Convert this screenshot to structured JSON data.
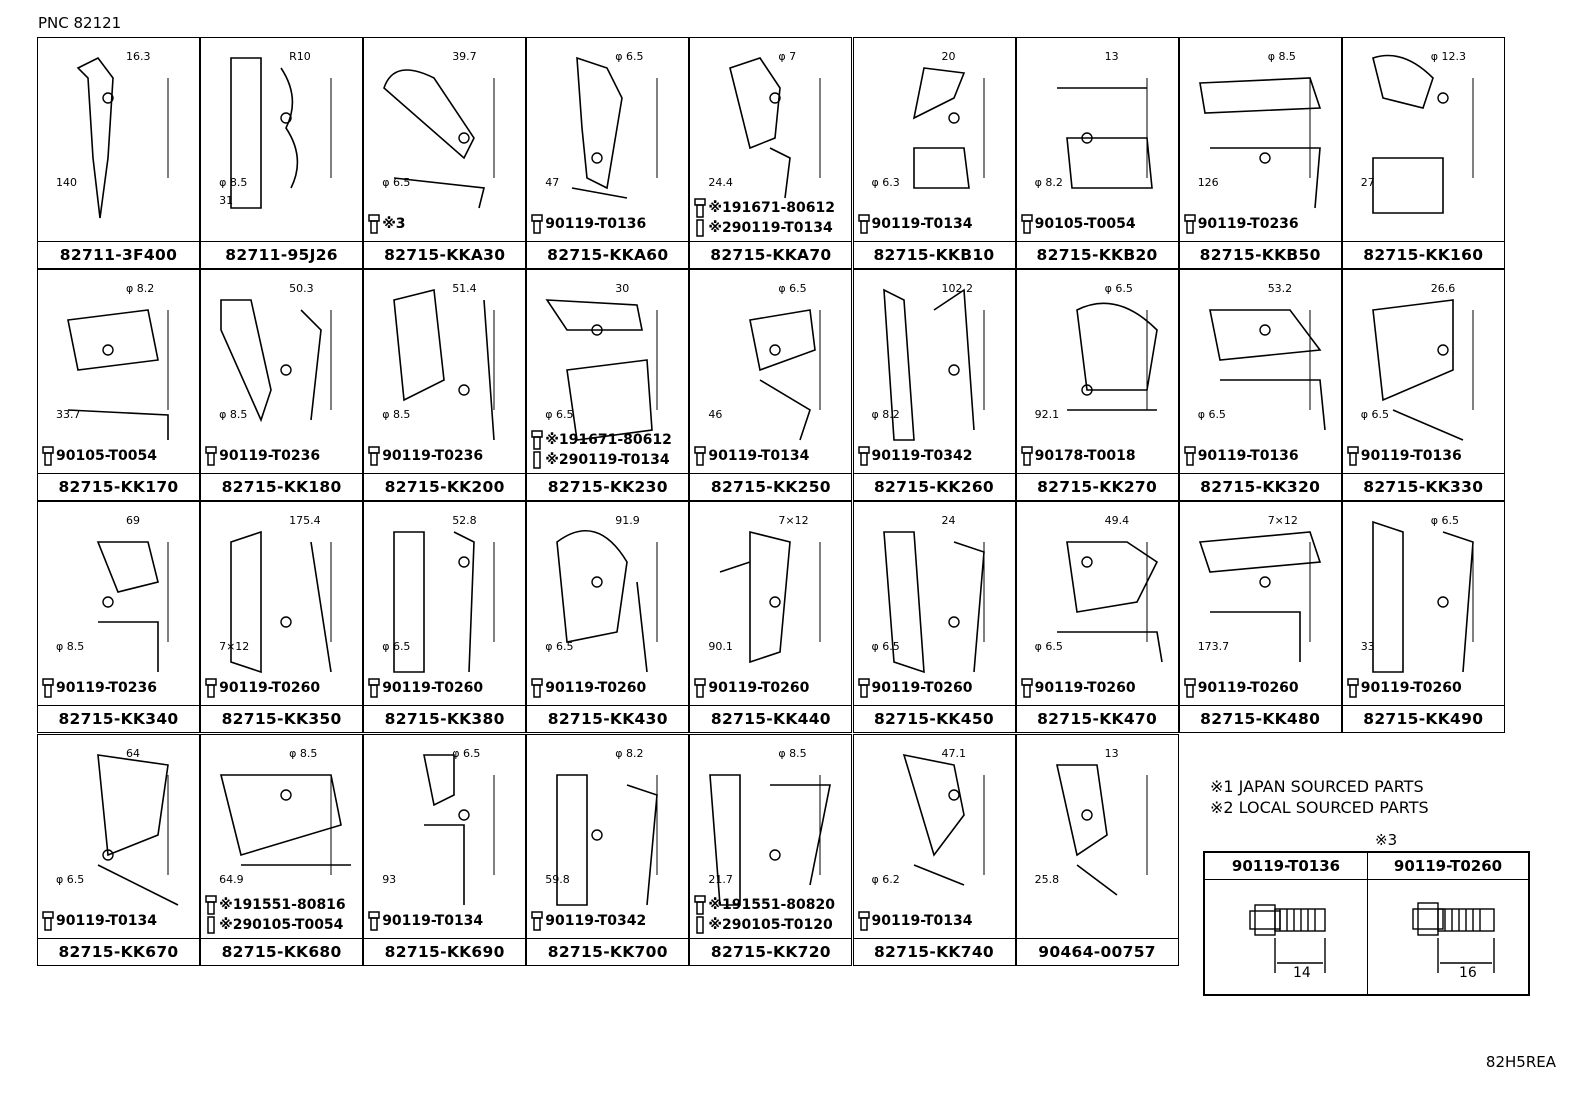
{
  "header": {
    "pnc": "PNC 82121"
  },
  "footer": {
    "illustration_code": "82H5REA"
  },
  "rows": [
    [
      {
        "part": "82711-3F400",
        "dims": [
          "16.3",
          "140"
        ],
        "bolt": ""
      },
      {
        "part": "82711-95J26",
        "dims": [
          "R10",
          "φ 8.5",
          "31"
        ],
        "bolt": ""
      },
      {
        "part": "82715-KKA30",
        "dims": [
          "39.7",
          "φ 6.5"
        ],
        "bolt": "※3"
      },
      {
        "part": "82715-KKA60",
        "dims": [
          "φ 6.5",
          "47"
        ],
        "bolt": "90119-T0136"
      },
      {
        "part": "82715-KKA70",
        "dims": [
          "φ 7",
          "24.4"
        ],
        "bolt": "※191671-80612",
        "bolt2": "※290119-T0134"
      },
      {
        "part": "82715-KKB10",
        "dims": [
          "20",
          "φ 6.3"
        ],
        "bolt": "90119-T0134"
      },
      {
        "part": "82715-KKB20",
        "dims": [
          "13",
          "φ 8.2"
        ],
        "bolt": "90105-T0054"
      },
      {
        "part": "82715-KKB50",
        "dims": [
          "φ 8.5",
          "126"
        ],
        "bolt": "90119-T0236"
      },
      {
        "part": "82715-KK160",
        "dims": [
          "φ 12.3",
          "27"
        ],
        "bolt": ""
      }
    ],
    [
      {
        "part": "82715-KK170",
        "dims": [
          "φ 8.2",
          "33.7"
        ],
        "bolt": "90105-T0054"
      },
      {
        "part": "82715-KK180",
        "dims": [
          "50.3",
          "φ 8.5"
        ],
        "bolt": "90119-T0236"
      },
      {
        "part": "82715-KK200",
        "dims": [
          "51.4",
          "φ 8.5"
        ],
        "bolt": "90119-T0236"
      },
      {
        "part": "82715-KK230",
        "dims": [
          "30",
          "φ 6.5"
        ],
        "bolt": "※191671-80612",
        "bolt2": "※290119-T0134"
      },
      {
        "part": "82715-KK250",
        "dims": [
          "φ 6.5",
          "46"
        ],
        "bolt": "90119-T0134"
      },
      {
        "part": "82715-KK260",
        "dims": [
          "102.2",
          "φ 8.2"
        ],
        "bolt": "90119-T0342"
      },
      {
        "part": "82715-KK270",
        "dims": [
          "φ 6.5",
          "92.1"
        ],
        "bolt": "90178-T0018"
      },
      {
        "part": "82715-KK320",
        "dims": [
          "53.2",
          "φ 6.5"
        ],
        "bolt": "90119-T0136"
      },
      {
        "part": "82715-KK330",
        "dims": [
          "26.6",
          "φ 6.5"
        ],
        "bolt": "90119-T0136"
      }
    ],
    [
      {
        "part": "82715-KK340",
        "dims": [
          "69",
          "φ 8.5"
        ],
        "bolt": "90119-T0236"
      },
      {
        "part": "82715-KK350",
        "dims": [
          "175.4",
          "7×12"
        ],
        "bolt": "90119-T0260"
      },
      {
        "part": "82715-KK380",
        "dims": [
          "52.8",
          "φ 6.5"
        ],
        "bolt": "90119-T0260"
      },
      {
        "part": "82715-KK430",
        "dims": [
          "91.9",
          "φ 6.5"
        ],
        "bolt": "90119-T0260"
      },
      {
        "part": "82715-KK440",
        "dims": [
          "7×12",
          "90.1"
        ],
        "bolt": "90119-T0260"
      },
      {
        "part": "82715-KK450",
        "dims": [
          "24",
          "φ 6.5"
        ],
        "bolt": "90119-T0260"
      },
      {
        "part": "82715-KK470",
        "dims": [
          "49.4",
          "φ 6.5"
        ],
        "bolt": "90119-T0260"
      },
      {
        "part": "82715-KK480",
        "dims": [
          "7×12",
          "173.7"
        ],
        "bolt": "90119-T0260"
      },
      {
        "part": "82715-KK490",
        "dims": [
          "φ 6.5",
          "33"
        ],
        "bolt": "90119-T0260"
      }
    ],
    [
      {
        "part": "82715-KK670",
        "dims": [
          "64",
          "φ 6.5"
        ],
        "bolt": "90119-T0134"
      },
      {
        "part": "82715-KK680",
        "dims": [
          "φ 8.5",
          "64.9"
        ],
        "bolt": "※191551-80816",
        "bolt2": "※290105-T0054"
      },
      {
        "part": "82715-KK690",
        "dims": [
          "φ 6.5",
          "93"
        ],
        "bolt": "90119-T0134"
      },
      {
        "part": "82715-KK700",
        "dims": [
          "φ 8.2",
          "59.8"
        ],
        "bolt": "90119-T0342"
      },
      {
        "part": "82715-KK720",
        "dims": [
          "φ 8.5",
          "21.7"
        ],
        "bolt": "※191551-80820",
        "bolt2": "※290105-T0120"
      },
      {
        "part": "82715-KK740",
        "dims": [
          "47.1",
          "φ 6.2"
        ],
        "bolt": "90119-T0134"
      },
      {
        "part": "90464-00757",
        "dims": [
          "13",
          "25.8"
        ],
        "bolt": ""
      }
    ]
  ],
  "notes": {
    "note1": "※1 JAPAN SOURCED PARTS",
    "note2": "※2 LOCAL SOURCED PARTS",
    "note3_title": "※3"
  },
  "bolt_table": {
    "left": {
      "part": "90119-T0136",
      "length": "14"
    },
    "right": {
      "part": "90119-T0260",
      "length": "16"
    }
  }
}
